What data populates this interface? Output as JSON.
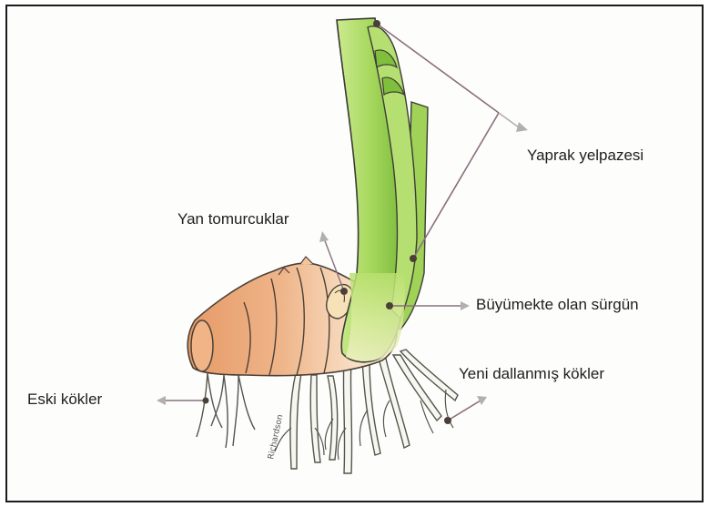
{
  "labels": {
    "leaf_fan": "Yaprak yelpazesi",
    "lateral_buds": "Yan tomurcuklar",
    "growing_shoot": "Büyümekte olan sürgün",
    "new_roots": "Yeni dallanmış kökler",
    "old_roots": "Eski kökler"
  },
  "signature": "Richardson",
  "colors": {
    "leaf_light": "#c9e98a",
    "leaf_mid": "#9cd052",
    "leaf_dark": "#6fb435",
    "shoot_base": "#e8efb4",
    "rhizome_orange": "#e9a878",
    "rhizome_light": "#f6d8b8",
    "outline": "#3c3c36",
    "pointer": "#8a6f80",
    "arrow_grey": "#b0b0b0"
  }
}
